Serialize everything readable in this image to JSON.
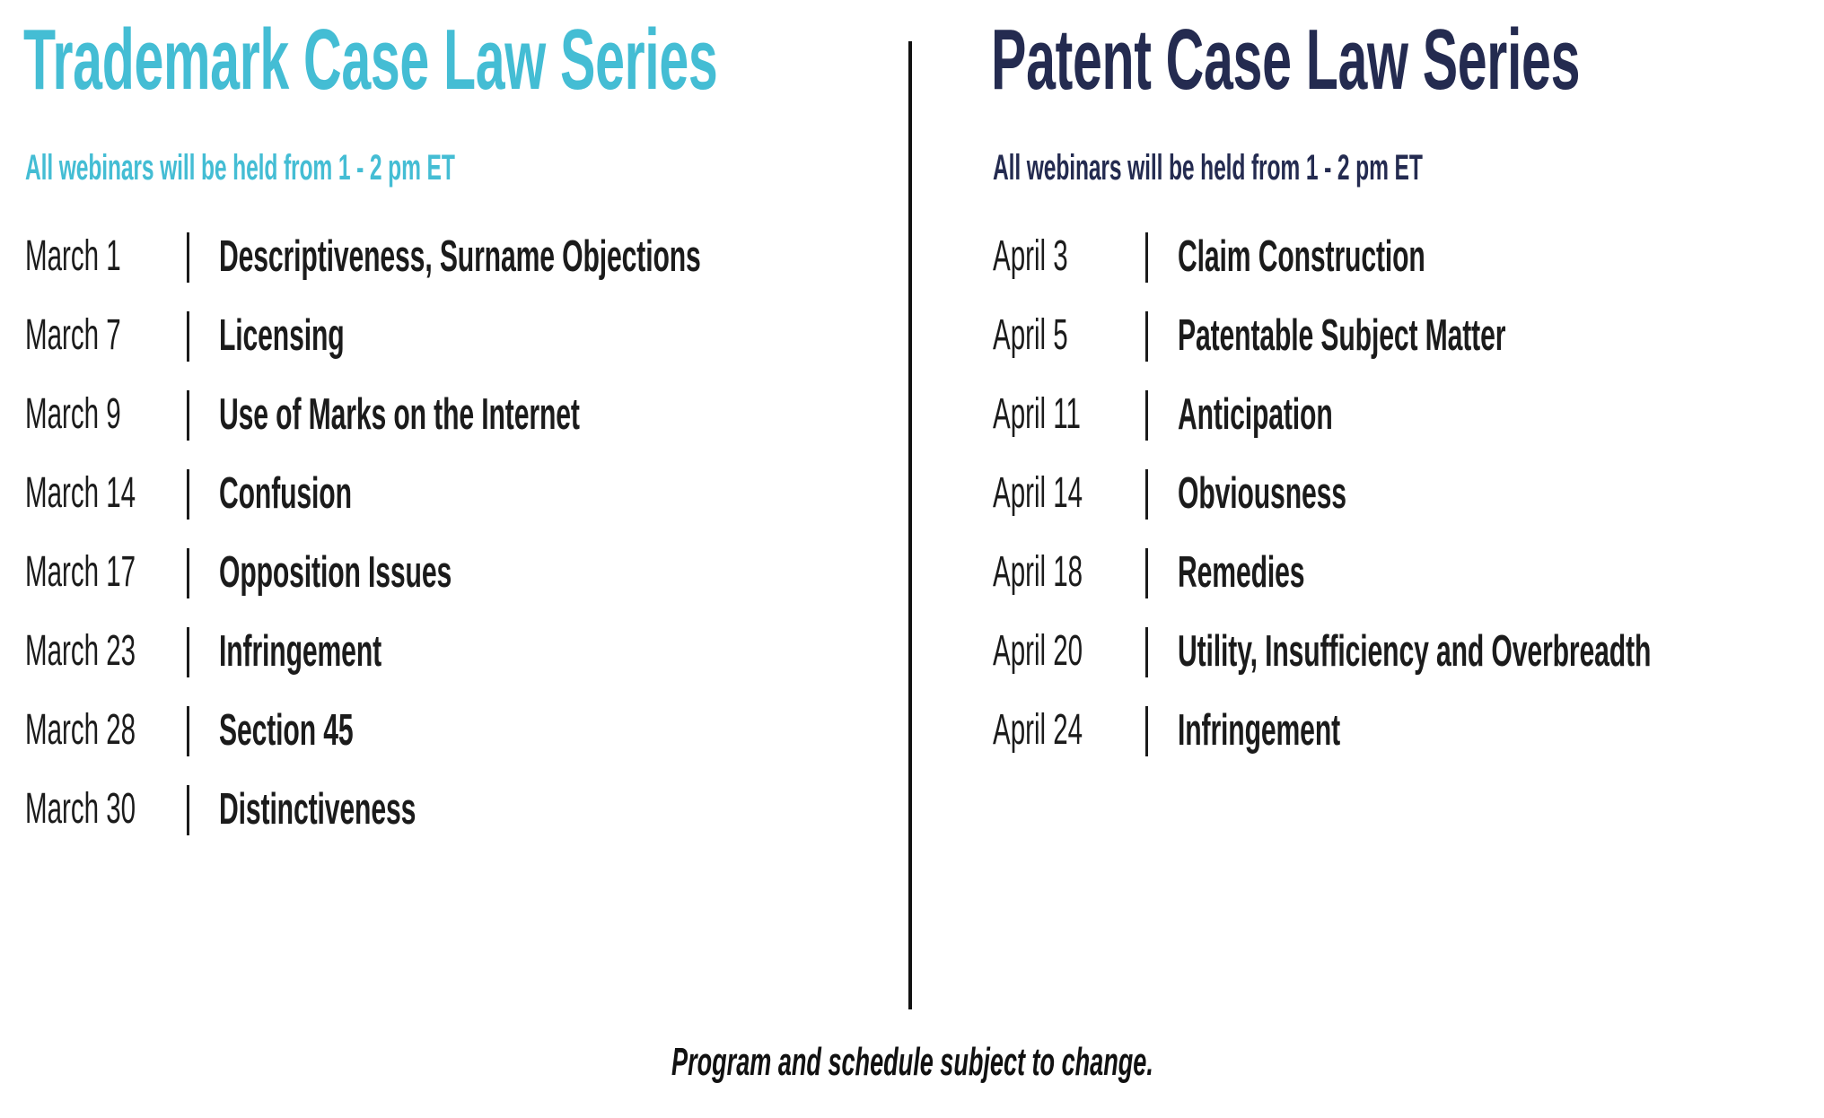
{
  "page": {
    "background_color": "#ffffff",
    "footer_note": "Program and schedule subject to change."
  },
  "divider": {
    "name": "vertical-column-divider",
    "color": "#111111"
  },
  "columns": {
    "trademark": {
      "title": "Trademark Case Law Series",
      "subtitle": "All webinars will be held from 1 - 2 pm ET",
      "accent_color": "#44BDD4",
      "separator_glyph": "|",
      "rows": [
        {
          "date": "March 1",
          "topic": "Descriptiveness, Surname Objections"
        },
        {
          "date": "March 7",
          "topic": "Licensing"
        },
        {
          "date": "March 9",
          "topic": "Use of Marks on the Internet"
        },
        {
          "date": "March 14",
          "topic": "Confusion"
        },
        {
          "date": "March 17",
          "topic": "Opposition Issues"
        },
        {
          "date": "March 23",
          "topic": "Infringement"
        },
        {
          "date": "March 28",
          "topic": "Section 45"
        },
        {
          "date": "March 30",
          "topic": "Distinctiveness"
        }
      ]
    },
    "patent": {
      "title": "Patent Case Law Series",
      "subtitle": "All webinars will be held from 1 - 2 pm ET",
      "accent_color": "#242B50",
      "separator_glyph": "|",
      "rows": [
        {
          "date": "April 3",
          "topic": "Claim Construction"
        },
        {
          "date": "April 5",
          "topic": "Patentable Subject Matter"
        },
        {
          "date": "April 11",
          "topic": "Anticipation"
        },
        {
          "date": "April 14",
          "topic": "Obviousness"
        },
        {
          "date": "April 18",
          "topic": "Remedies"
        },
        {
          "date": "April 20",
          "topic": "Utility, Insufficiency and Overbreadth"
        },
        {
          "date": "April 24",
          "topic": "Infringement"
        }
      ]
    }
  }
}
